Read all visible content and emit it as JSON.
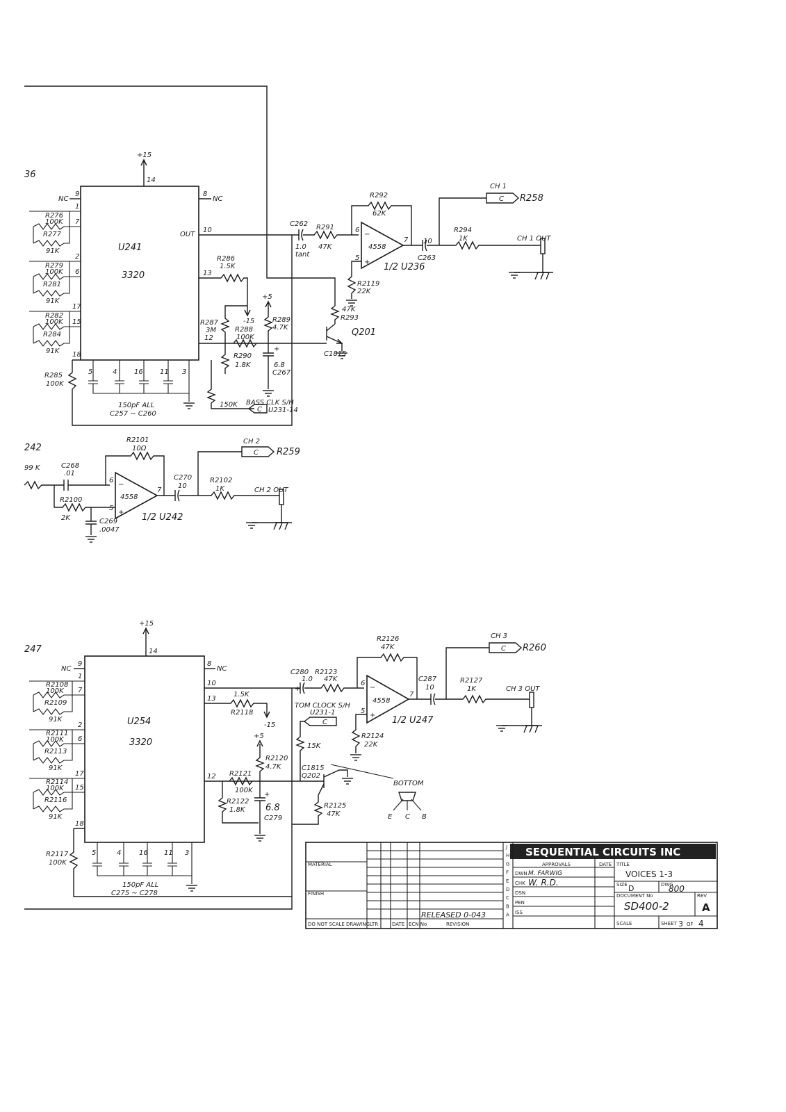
{
  "meta": {
    "bg": "#ffffff",
    "ink": "#1b1b1b"
  },
  "voice1": {
    "chip": {
      "ref": "U241",
      "part": "3320"
    },
    "supply_pos": "+15",
    "pin_supply": "14",
    "pin8": "8",
    "nc8": "NC",
    "pin9": "9",
    "nc9": "NC",
    "pin_out": "10",
    "out_label": "OUT",
    "pins": {
      "p1": "1",
      "p7": "7",
      "p2": "2",
      "p6": "6",
      "p17": "17",
      "p15": "15",
      "p18": "18",
      "p13": "13",
      "p12": "12",
      "p5": "5",
      "p4": "4",
      "p16": "16",
      "p11": "11",
      "p3": "3"
    },
    "left_res": [
      {
        "ref": "R276",
        "val": "100K"
      },
      {
        "ref": "R277",
        "val": "91K"
      },
      {
        "ref": "R279",
        "val": "100K"
      },
      {
        "ref": "R281",
        "val": "91K"
      },
      {
        "ref": "R282",
        "val": "100K"
      },
      {
        "ref": "R284",
        "val": "91K"
      }
    ],
    "r285": {
      "ref": "R285",
      "val": "100K"
    },
    "caps_bottom": {
      "val": "150pF ALL",
      "refs": "C257 ~ C260"
    },
    "r286": {
      "ref": "R286",
      "val": "1.5K"
    },
    "neg15": "-15",
    "pos5": "+5",
    "r287": {
      "ref": "R287",
      "val": "3M"
    },
    "r288": {
      "ref": "R288",
      "val": "100K"
    },
    "r289": {
      "ref": "R289",
      "val": "4.7K"
    },
    "r290": {
      "ref": "R290",
      "val": "1.8K"
    },
    "c267": {
      "ref": "C267",
      "val": "6.8"
    },
    "r150": "150K",
    "bass": {
      "label": "BASS CLK S/H",
      "conn": "C",
      "ref": "U231-14"
    },
    "c262": {
      "ref": "C262",
      "val": "1.0",
      "type": "tant"
    },
    "r291": {
      "ref": "R291",
      "val": "47K"
    },
    "r292": {
      "ref": "R292",
      "val": "62K"
    },
    "opamp": {
      "part": "4558",
      "ref": "1/2 U236",
      "pin_inv": "6",
      "pin_noninv": "5",
      "pin_out": "7"
    },
    "r2119": {
      "ref": "R2119",
      "val": "22K"
    },
    "c263": {
      "ref": "C263",
      "val": "10"
    },
    "r294": {
      "ref": "R294",
      "val": "1K"
    },
    "ch": {
      "label": "CH 1",
      "conn": "C",
      "dest": "R258"
    },
    "out": "CH 1 OUT",
    "r293": {
      "ref": "R293",
      "val": "47K"
    },
    "q": {
      "ref": "Q201",
      "part": "C1815"
    },
    "left_ref": "36"
  },
  "voice2": {
    "left_ref": "242",
    "left_res": "99 K",
    "c268": {
      "ref": "C268",
      "val": ".01"
    },
    "r2100": {
      "ref": "R2100",
      "val": "2K"
    },
    "c269": {
      "ref": "C269",
      "val": ".0047"
    },
    "r2101": {
      "ref": "R2101",
      "val": "10Ω"
    },
    "opamp": {
      "part": "4558",
      "ref": "1/2 U242",
      "pin_inv": "6",
      "pin_noninv": "5",
      "pin_out": "7"
    },
    "c270": {
      "ref": "C270",
      "val": "10"
    },
    "r2102": {
      "ref": "R2102",
      "val": "1K"
    },
    "ch": {
      "label": "CH 2",
      "conn": "C",
      "dest": "R259"
    },
    "out": "CH 2 OUT"
  },
  "voice3": {
    "left_ref": "247",
    "chip": {
      "ref": "U254",
      "part": "3320"
    },
    "supply_pos": "+15",
    "pin_supply": "14",
    "pin8": "8",
    "nc8": "NC",
    "pin9": "9",
    "nc9": "NC",
    "pin_out": "10",
    "pins": {
      "p1": "1",
      "p7": "7",
      "p2": "2",
      "p6": "6",
      "p17": "17",
      "p15": "15",
      "p18": "18",
      "p13": "13",
      "p12": "12",
      "p5": "5",
      "p4": "4",
      "p16": "16",
      "p11": "11",
      "p3": "3"
    },
    "left_res": [
      {
        "ref": "R2108",
        "val": "100K"
      },
      {
        "ref": "R2109",
        "val": "91K"
      },
      {
        "ref": "R2111",
        "val": "100K"
      },
      {
        "ref": "R2113",
        "val": "91K"
      },
      {
        "ref": "R2114",
        "val": "100K"
      },
      {
        "ref": "R2116",
        "val": "91K"
      }
    ],
    "r2117": {
      "ref": "R2117",
      "val": "100K"
    },
    "caps_bottom": {
      "val": "150pF ALL",
      "refs": "C275 ~ C278"
    },
    "r2118": {
      "ref": "R2118",
      "val": "1.5K"
    },
    "neg15": "-15",
    "pos5": "+5",
    "r2120": {
      "ref": "R2120",
      "val": "4.7K"
    },
    "r2121": {
      "ref": "R2121",
      "val": "100K"
    },
    "r2122": {
      "ref": "R2122",
      "val": "1.8K"
    },
    "c279": {
      "ref": "C279",
      "val": "6.8"
    },
    "tom": {
      "label": "TOM CLOCK S/H",
      "ref": "U231-1",
      "conn": "C"
    },
    "r15k": "15K",
    "q": {
      "part": "C1815",
      "ref": "Q202"
    },
    "r2125": {
      "ref": "R2125",
      "val": "47K"
    },
    "bottom": {
      "label": "BOTTOM",
      "e": "E",
      "c": "C",
      "b": "B"
    },
    "c280": {
      "ref": "C280",
      "val": "1.0"
    },
    "r2123": {
      "ref": "R2123",
      "val": "47K"
    },
    "r2126": {
      "ref": "R2126",
      "val": "47K"
    },
    "opamp": {
      "part": "4558",
      "ref": "1/2 U247",
      "pin_inv": "6",
      "pin_noninv": "5",
      "pin_out": "7"
    },
    "r2124": {
      "ref": "R2124",
      "val": "22K"
    },
    "c287": {
      "ref": "C287",
      "val": "10"
    },
    "r2127": {
      "ref": "R2127",
      "val": "1K"
    },
    "ch": {
      "label": "CH 3",
      "conn": "C",
      "dest": "R260"
    },
    "out": "CH 3 OUT"
  },
  "title_block": {
    "company": "SEQUENTIAL CIRCUITS INC",
    "approvals": "APPROVALS",
    "date_hdr": "DATE",
    "dwn_label": "DWN",
    "dwn": "M. FARWIG",
    "chk_label": "CHK",
    "chk": "W. R.D.",
    "dsn": "DSN",
    "pen": "PEN",
    "iss": "ISS",
    "title_hdr": "TITLE",
    "title": "VOICES 1-3",
    "size_hdr": "SIZE",
    "size": "D",
    "dwg_hdr": "DWG",
    "dwg": "800",
    "doc_hdr": "DOCUMENT No",
    "doc": "SD400-2",
    "rev_hdr": "REV",
    "rev": "A",
    "scale": "SCALE",
    "sheet_label": "SHEET",
    "sheet": "3",
    "of": "OF",
    "sheets": "4",
    "revision_hdr": "REVISION",
    "date_col": "DATE",
    "ecn_col": "ECN No",
    "ltr_col": "LTR",
    "released": "RELEASED 0-043",
    "do_not_scale": "DO NOT SCALE DRAWING",
    "rev_letters": [
      "J",
      "H",
      "G",
      "F",
      "E",
      "D",
      "C",
      "B",
      "A"
    ],
    "material": "MATERIAL",
    "finish": "FINISH"
  }
}
